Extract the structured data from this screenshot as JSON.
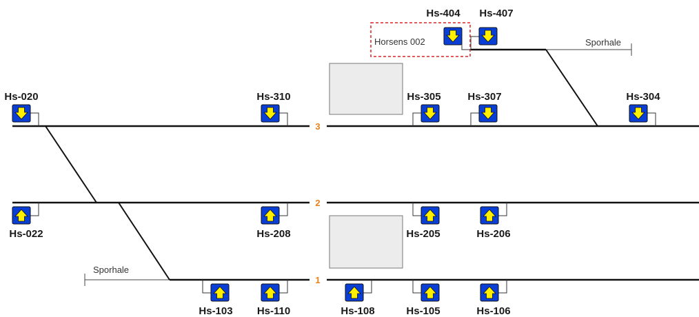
{
  "tracks": [
    {
      "number": "3"
    },
    {
      "number": "2"
    },
    {
      "number": "1"
    }
  ],
  "signals": [
    {
      "label": "Hs-020",
      "direction": "down"
    },
    {
      "label": "Hs-310",
      "direction": "down"
    },
    {
      "label": "Hs-305",
      "direction": "down"
    },
    {
      "label": "Hs-307",
      "direction": "down"
    },
    {
      "label": "Hs-304",
      "direction": "down"
    },
    {
      "label": "Hs-404",
      "direction": "down"
    },
    {
      "label": "Hs-407",
      "direction": "down"
    },
    {
      "label": "Hs-022",
      "direction": "up"
    },
    {
      "label": "Hs-208",
      "direction": "up"
    },
    {
      "label": "Hs-205",
      "direction": "up"
    },
    {
      "label": "Hs-206",
      "direction": "up"
    },
    {
      "label": "Hs-103",
      "direction": "up"
    },
    {
      "label": "Hs-110",
      "direction": "up"
    },
    {
      "label": "Hs-108",
      "direction": "up"
    },
    {
      "label": "Hs-105",
      "direction": "up"
    },
    {
      "label": "Hs-106",
      "direction": "up"
    }
  ],
  "labels": {
    "sporhale_top": "Sporhale",
    "sporhale_bottom": "Sporhale",
    "selection_box": "Horsens 002"
  },
  "colors": {
    "signal_bg": "#0a3fd6",
    "signal_arrow": "#ffef00",
    "track": "#111111",
    "track_number": "#e8801a",
    "selection_border": "#e02020",
    "platform_fill": "#ececec"
  },
  "icons": {
    "signal_down": "yellow-down-arrow-on-blue-square",
    "signal_up": "yellow-up-arrow-on-blue-square"
  }
}
